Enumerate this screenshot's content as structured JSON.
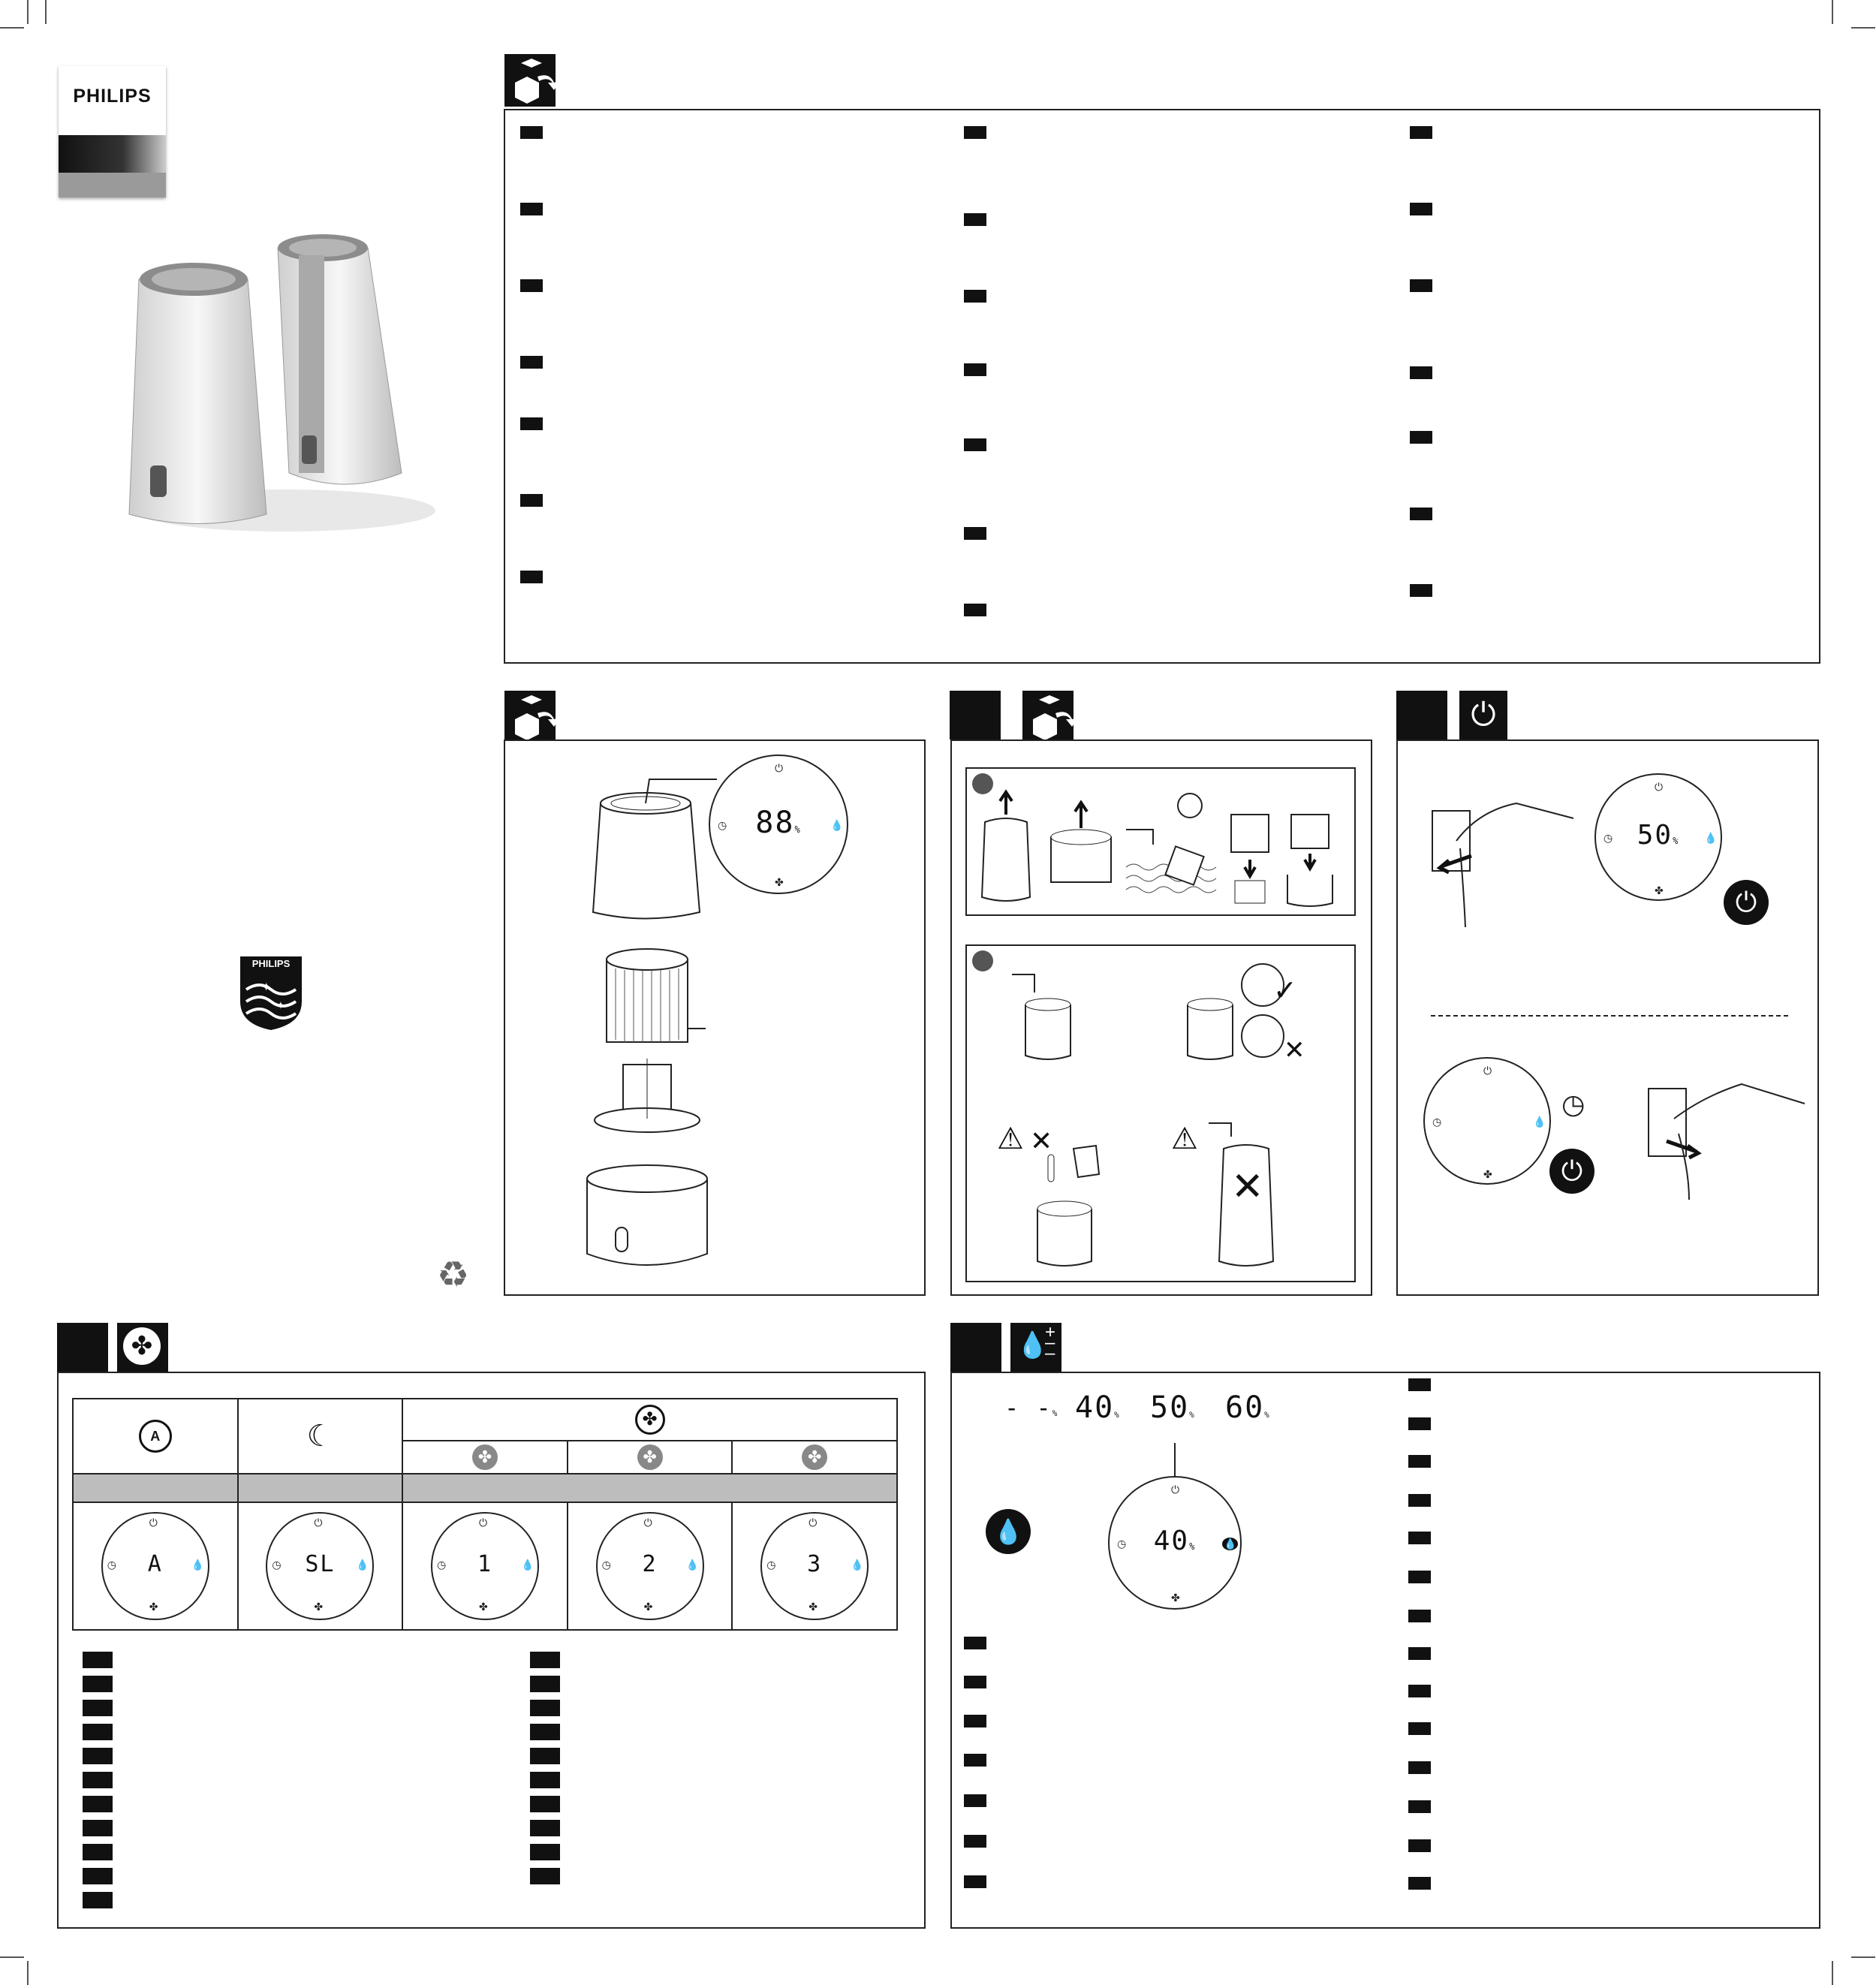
{
  "brand": {
    "logo_text": "PHILIPS",
    "shield_text": "PHILIPS"
  },
  "panel_b": {
    "display": "88",
    "unit": "%"
  },
  "panel_d": {
    "display_on": "50",
    "unit": "%"
  },
  "modes": {
    "columns": [
      {
        "icon": "auto-mode-icon",
        "display": "A"
      },
      {
        "icon": "sleep-mode-icon",
        "display": "SL"
      },
      {
        "icon": "fan-speed-1-icon",
        "display": "1"
      },
      {
        "icon": "fan-speed-2-icon",
        "display": "2"
      },
      {
        "icon": "fan-speed-3-icon",
        "display": "3"
      }
    ]
  },
  "humidity": {
    "levels": [
      "- -",
      "40",
      "50",
      "60"
    ],
    "unit": "%",
    "dial_value": "40"
  },
  "colors": {
    "ink": "#111111",
    "gray_band": "#bdbdbd",
    "logo_blue": "#0b5ed7"
  }
}
